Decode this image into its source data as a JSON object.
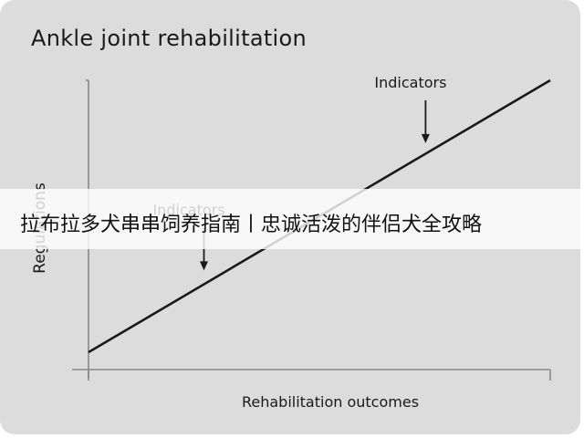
{
  "chart_data": {
    "type": "line",
    "title": "Ankle joint rehabilitation",
    "xlabel": "Rehabilitation outcomes",
    "ylabel": "Regulations",
    "xlim": [
      0,
      1
    ],
    "ylim": [
      0,
      1
    ],
    "series": [
      {
        "x": [
          0,
          1
        ],
        "y": [
          0.06,
          1.0
        ]
      }
    ],
    "annotations": [
      {
        "text": "Indicators",
        "x": 0.73,
        "y": 0.77
      },
      {
        "text": "Indicators",
        "x": 0.25,
        "y": 0.33
      }
    ],
    "grid": false,
    "line_color": "#1a1a1a",
    "axis_color": "#888888"
  },
  "banner": {
    "text": "拉布拉多犬串串饲养指南丨忠诚活泼的伴侣犬全攻略"
  }
}
